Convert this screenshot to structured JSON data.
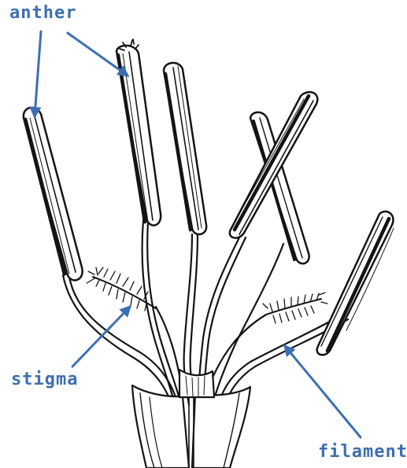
{
  "annotations": {
    "anther": "anther",
    "stigma": "stigma",
    "filament": "filament"
  },
  "colors": {
    "ink": "#141414",
    "label": "#3d6fb0",
    "background": "#ffffff"
  }
}
